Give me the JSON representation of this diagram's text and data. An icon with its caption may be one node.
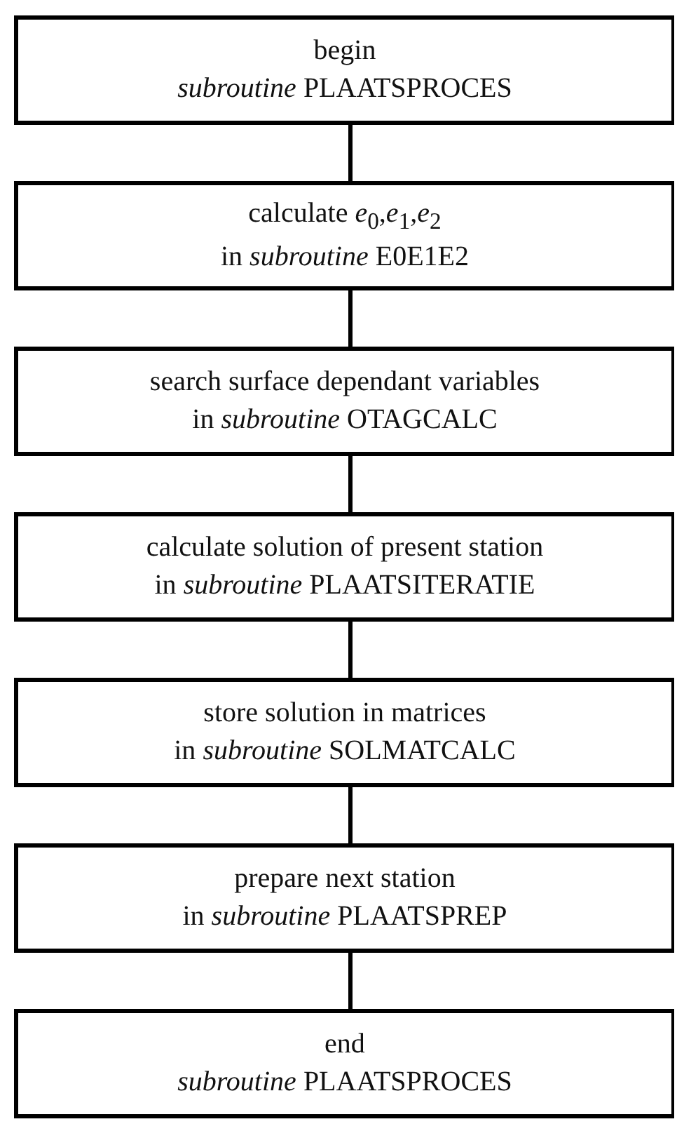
{
  "diagram": {
    "nodes": [
      {
        "text": [
          "begin",
          "*subroutine* PLAATSPROCES"
        ]
      },
      {
        "text": [
          "calculate *e*$_{0}$,*e*$_{1}$,*e*$_{2}$",
          "in *subroutine* E0E1E2"
        ]
      },
      {
        "text": [
          "search surface dependant variables",
          "in *subroutine* OTAGCALC"
        ]
      },
      {
        "text": [
          "calculate solution of present station",
          "in *subroutine* PLAATSITERATIE"
        ]
      },
      {
        "text": [
          "store solution in matrices",
          "in *subroutine* SOLMATCALC"
        ]
      },
      {
        "text": [
          "prepare next station",
          "in *subroutine* PLAATSPREP"
        ]
      },
      {
        "text": [
          "end",
          "*subroutine* PLAATSPROCES"
        ]
      }
    ],
    "edges": [
      {
        "from": 0,
        "to": 1,
        "arrow": "none"
      },
      {
        "from": 1,
        "to": 2,
        "arrow": "none"
      },
      {
        "from": 2,
        "to": 3,
        "arrow": "none"
      },
      {
        "from": 3,
        "to": 4,
        "arrow": "none"
      },
      {
        "from": 4,
        "to": 5,
        "arrow": "none"
      },
      {
        "from": 5,
        "to": 6,
        "arrow": "none"
      }
    ]
  }
}
